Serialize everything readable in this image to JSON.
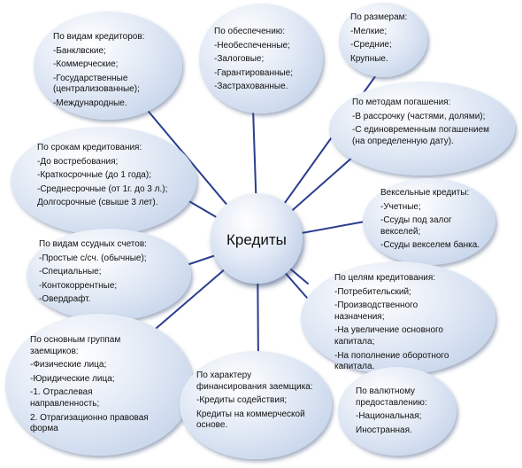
{
  "center": "Кредиты",
  "nodes": [
    {
      "id": "creditors",
      "title": "По видам кредиторов:",
      "items": [
        "-Банклвские;",
        "-Коммерческие;",
        "-Государственные (централизованные);",
        "-Международные."
      ]
    },
    {
      "id": "security",
      "title": "По обеспечению:",
      "items": [
        "-Необеспеченные;",
        "-Залоговые;",
        "-Гарантированные;",
        "-Застрахованные."
      ]
    },
    {
      "id": "size",
      "title": "По размерам:",
      "items": [
        "-Мелкие;",
        "-Средние;",
        "Крупные."
      ]
    },
    {
      "id": "repayment",
      "title": "По методам погашения:",
      "items": [
        "-В рассрочку (частями, долями);",
        "-С единовременным погашением (на определенную дату)."
      ]
    },
    {
      "id": "terms",
      "title": "По срокам кредитования:",
      "items": [
        "-До востребования;",
        "-Краткосрочные (до 1 года);",
        "-Среднесрочные (от 1г. до 3 л.);",
        "Долгосрочные (свыше 3 лет)."
      ]
    },
    {
      "id": "bills",
      "title": "Вексельные кредиты:",
      "items": [
        "-Учетные;",
        "-Ссуды под залог векселей;",
        "-Ссуды векселем банка."
      ]
    },
    {
      "id": "accounts",
      "title": "По видам ссудных счетов:",
      "items": [
        "-Простые с/сч. (обычные);",
        "-Специальные;",
        "-Контокоррентные;",
        "-Овердрафт."
      ]
    },
    {
      "id": "purposes",
      "title": "По целям кредитования:",
      "items": [
        "-Потребительский;",
        "-Производственного назначения;",
        "-На увеличение основного капитала;",
        "-На пополнение оборотного капитала."
      ]
    },
    {
      "id": "borrowers",
      "title": "По основным группам заемщиков:",
      "items": [
        "-Физические лица;",
        "-Юридические лица;",
        "-1. Отраслевая направленность;",
        "2. Отрагизационно правовая форма"
      ]
    },
    {
      "id": "financing",
      "title": "По характеру финансирования заемщика:",
      "items": [
        "-Кредиты содействия;",
        "Кредиты на коммерческой основе."
      ]
    },
    {
      "id": "currency",
      "title": "По валютному предоставлению:",
      "items": [
        "-Национальная;",
        "Иностранная."
      ]
    }
  ]
}
